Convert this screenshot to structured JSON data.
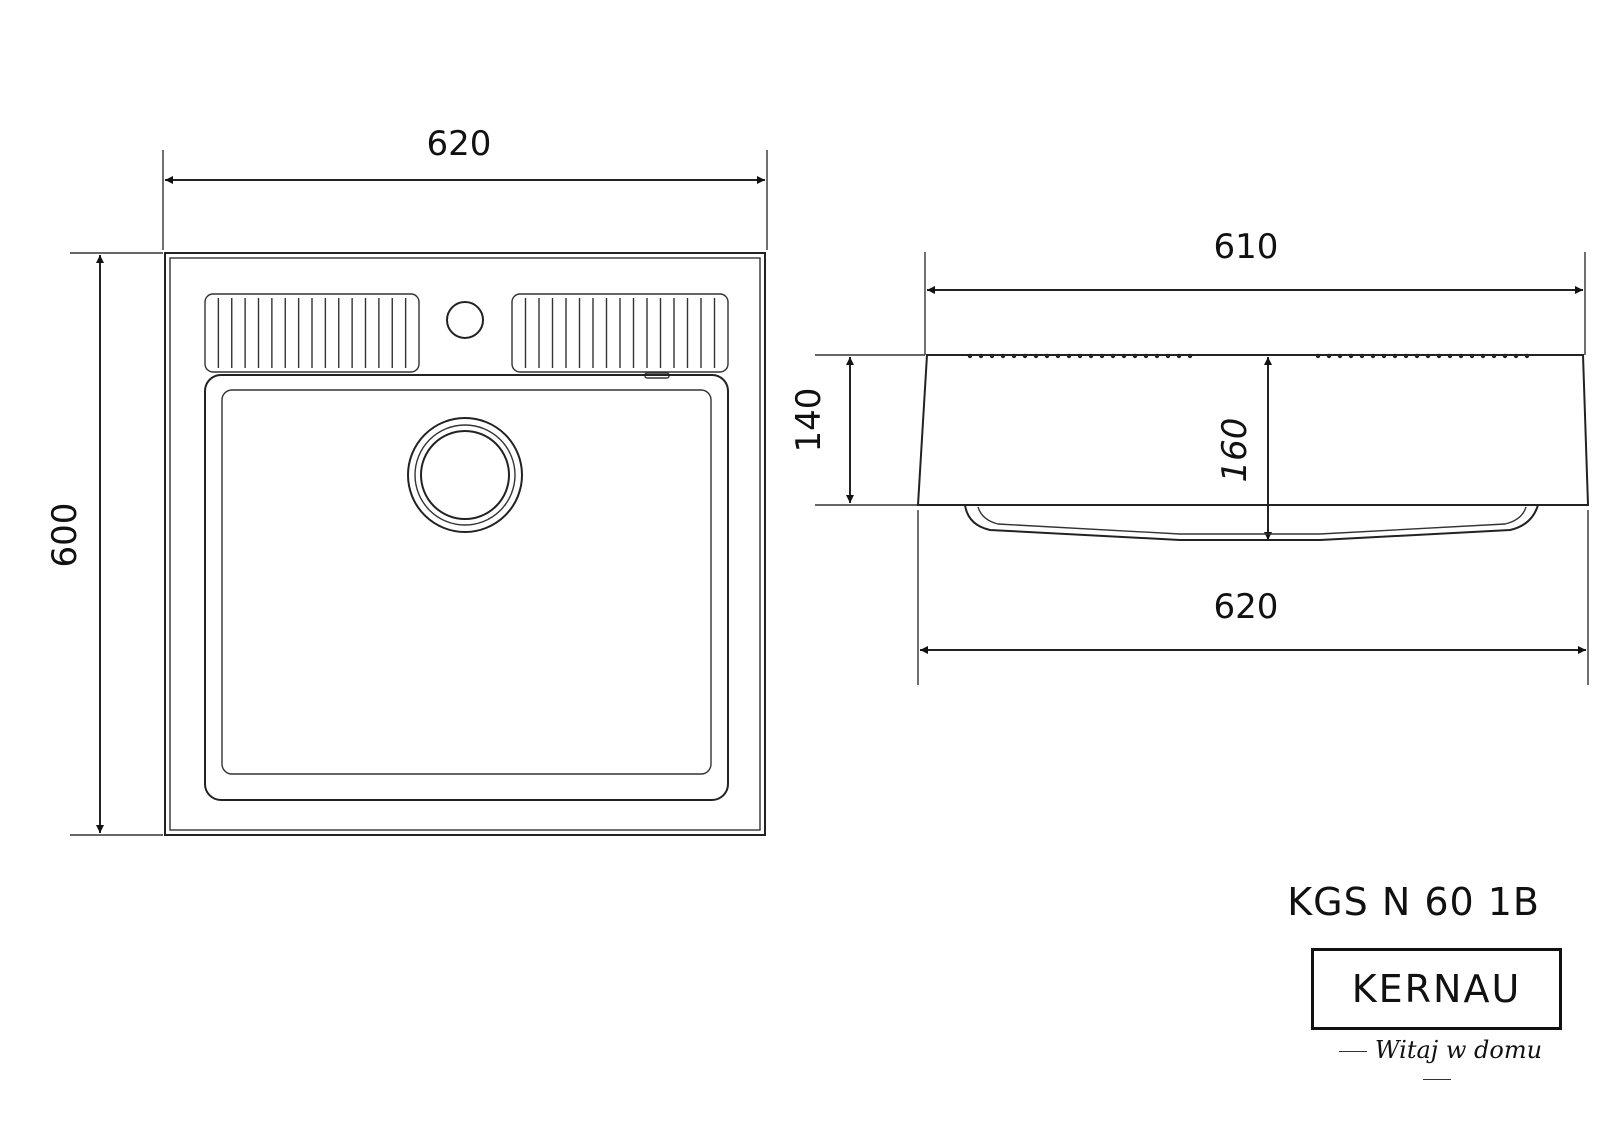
{
  "top_view": {
    "width_label": "620",
    "height_label": "600"
  },
  "side_view": {
    "top_width_label": "610",
    "bottom_width_label": "620",
    "rim_height_label": "140",
    "total_height_label": "160"
  },
  "product": {
    "model": "KGS N 60 1B",
    "brand": "KERNAU",
    "tagline": "Witaj w domu"
  }
}
